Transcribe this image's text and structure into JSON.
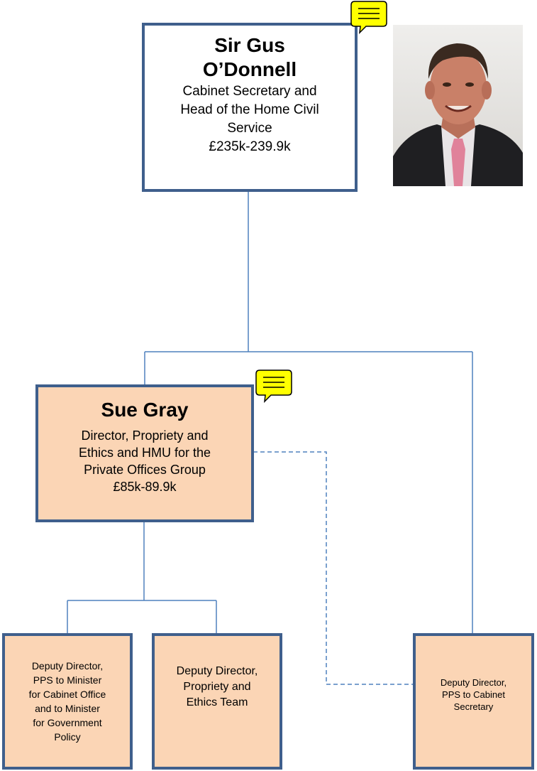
{
  "top": {
    "name_line1": "Sir Gus",
    "name_line2": "O’Donnell",
    "role_line1": "Cabinet Secretary and",
    "role_line2": "Head of the Home Civil",
    "role_line3": "Service",
    "salary": "£235k-239.9k"
  },
  "director": {
    "name": "Sue Gray",
    "role_line1": "Director, Propriety and",
    "role_line2": "Ethics and HMU for the",
    "role_line3": "Private Offices Group",
    "salary": "£85k-89.9k"
  },
  "reports": [
    {
      "lines": [
        "Deputy Director,",
        "PPS to Minister",
        "for Cabinet Office",
        "and to Minister",
        "for Government",
        "Policy"
      ]
    },
    {
      "lines": [
        "Deputy Director,",
        "Propriety and",
        "Ethics Team"
      ]
    },
    {
      "lines": [
        "Deputy Director,",
        "PPS to Cabinet",
        "Secretary"
      ]
    }
  ],
  "icons": {
    "comment": "speech-bubble-icon",
    "photo": "portrait-photo"
  },
  "colors": {
    "border": "#3f5f8c",
    "peach": "#fbd5b5",
    "line": "#4f81bd",
    "comment": "#ffff00"
  }
}
